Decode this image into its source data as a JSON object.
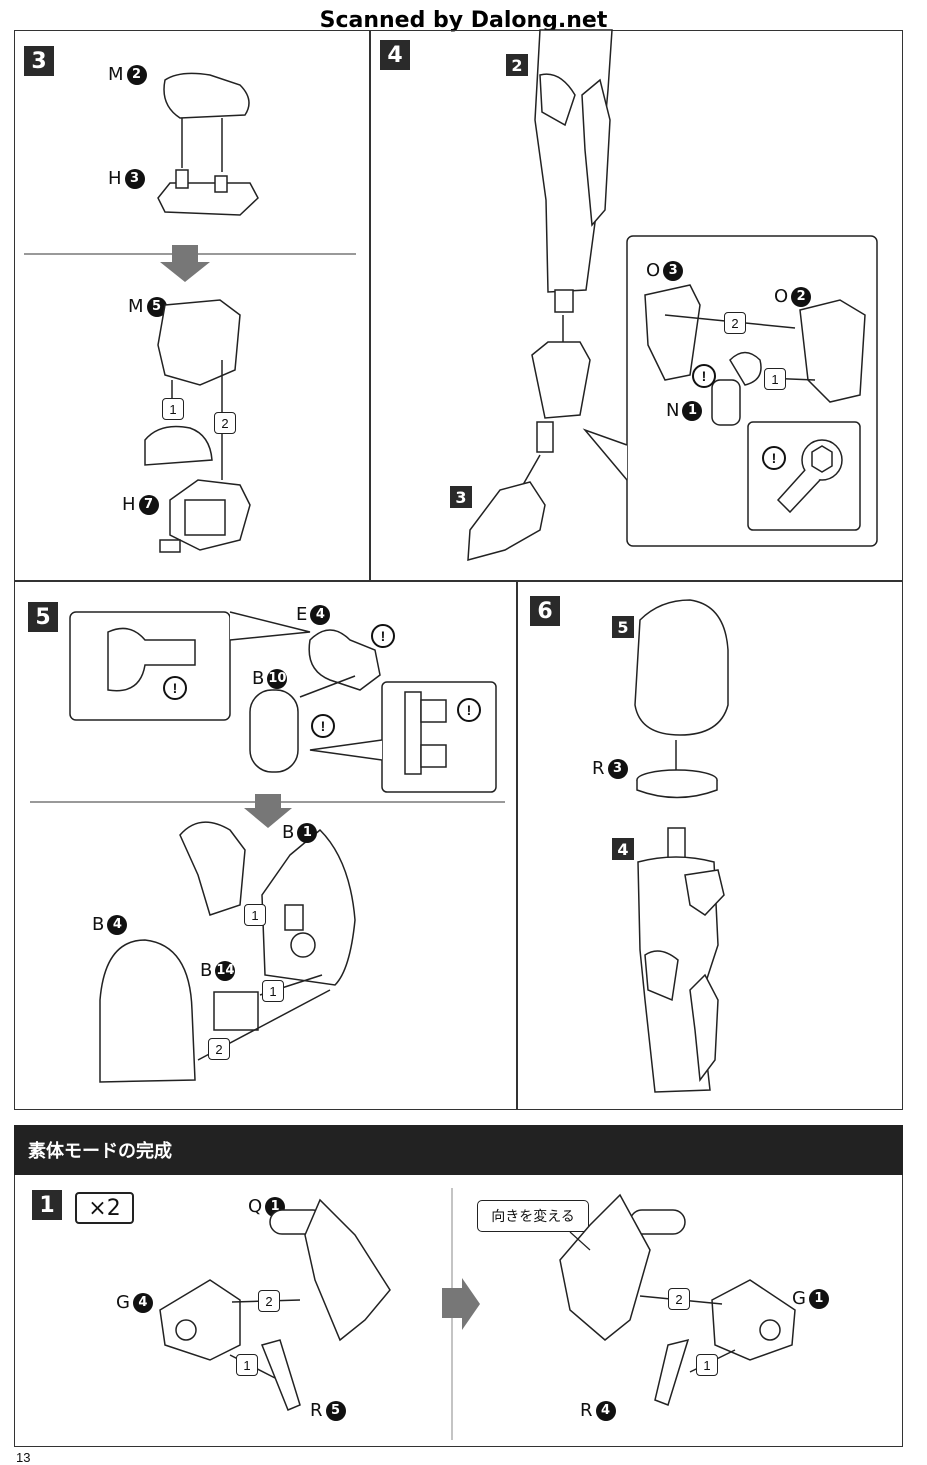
{
  "watermark": "Scanned by Dalong.net",
  "page_number": "13",
  "section_title": "素体モードの完成",
  "steps": {
    "s3": "3",
    "s4": "4",
    "s5": "5",
    "s6": "6",
    "s1": "1"
  },
  "step3": {
    "top_part": "M",
    "top_num": "2",
    "base_part": "H",
    "base_num": "3",
    "mid_part": "M",
    "mid_num": "5",
    "bottom_part": "H",
    "bottom_num": "7",
    "order1": "1",
    "order2": "2"
  },
  "step4": {
    "sub2": "2",
    "sub3": "3",
    "o3_part": "O",
    "o3_num": "3",
    "o2_part": "O",
    "o2_num": "2",
    "n1_part": "N",
    "n1_num": "1",
    "order1": "1",
    "order2": "2"
  },
  "step5": {
    "e_part": "E",
    "e_num": "4",
    "b10_part": "B",
    "b10_num": "10",
    "b1_part": "B",
    "b1_num": "1",
    "b4_part": "B",
    "b4_num": "4",
    "b14_part": "B",
    "b14_num": "14",
    "order1": "1",
    "order2": "2"
  },
  "step6": {
    "sub5": "5",
    "sub4": "4",
    "r_part": "R",
    "r_num": "3"
  },
  "final": {
    "multiplier": "×2",
    "q_part": "Q",
    "q_num": "1",
    "g4_part": "G",
    "g4_num": "4",
    "r5_part": "R",
    "r5_num": "5",
    "g1_part": "G",
    "g1_num": "1",
    "r4_part": "R",
    "r4_num": "4",
    "callout": "向きを変える",
    "order1": "1",
    "order2": "2"
  },
  "warning_mark": "!"
}
